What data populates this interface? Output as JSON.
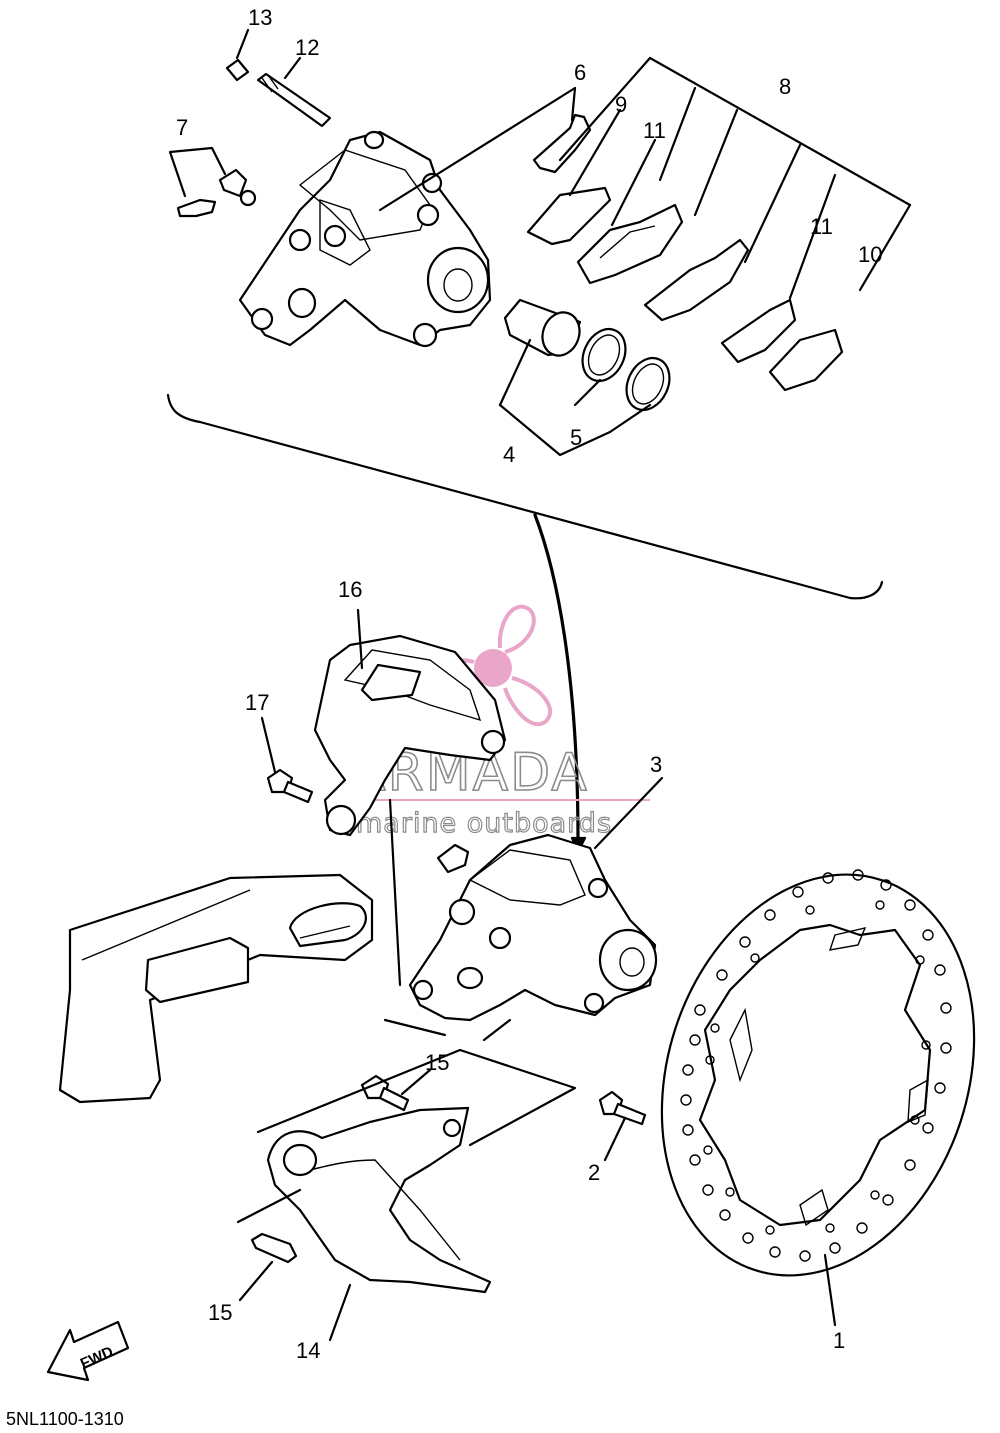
{
  "diagram_code": "5NL1100-1310",
  "watermark": {
    "brand": "ARMADA",
    "tagline": "marine outboards",
    "accent_color": "#e9a6c8"
  },
  "fwd_label": "FWD",
  "callouts": {
    "c1": "1",
    "c2": "2",
    "c3": "3",
    "c4": "4",
    "c5": "5",
    "c6": "6",
    "c7": "7",
    "c8": "8",
    "c9": "9",
    "c10": "10",
    "c11a": "11",
    "c11b": "11",
    "c12": "12",
    "c13": "13",
    "c14": "14",
    "c15a": "15",
    "c15b": "15",
    "c16": "16",
    "c17": "17"
  }
}
